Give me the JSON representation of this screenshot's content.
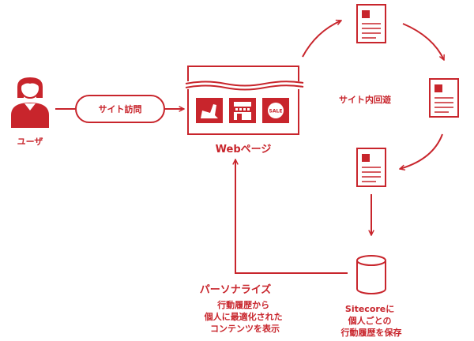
{
  "colors": {
    "accent": "#c8252c",
    "background": "#ffffff",
    "inverse": "#ffffff"
  },
  "labels": {
    "user": "ユーザ",
    "site_visit": "サイト訪問",
    "webpage": "Webページ",
    "site_browsing": "サイト内回遊",
    "store": [
      "Sitecoreに",
      "個人ごとの",
      "行動履歴を保存"
    ],
    "personalize_title": "パーソナライズ",
    "personalize_desc": [
      "行動履歴から",
      "個人に最適化された",
      "コンテンツを表示"
    ],
    "sale_badge": "SALE"
  },
  "icons": {
    "user": "person-icon",
    "webpage_tiles": [
      "shoe-icon",
      "shop-icon",
      "sale-tag-icon"
    ],
    "page": "document-icon",
    "store": "database-icon"
  }
}
